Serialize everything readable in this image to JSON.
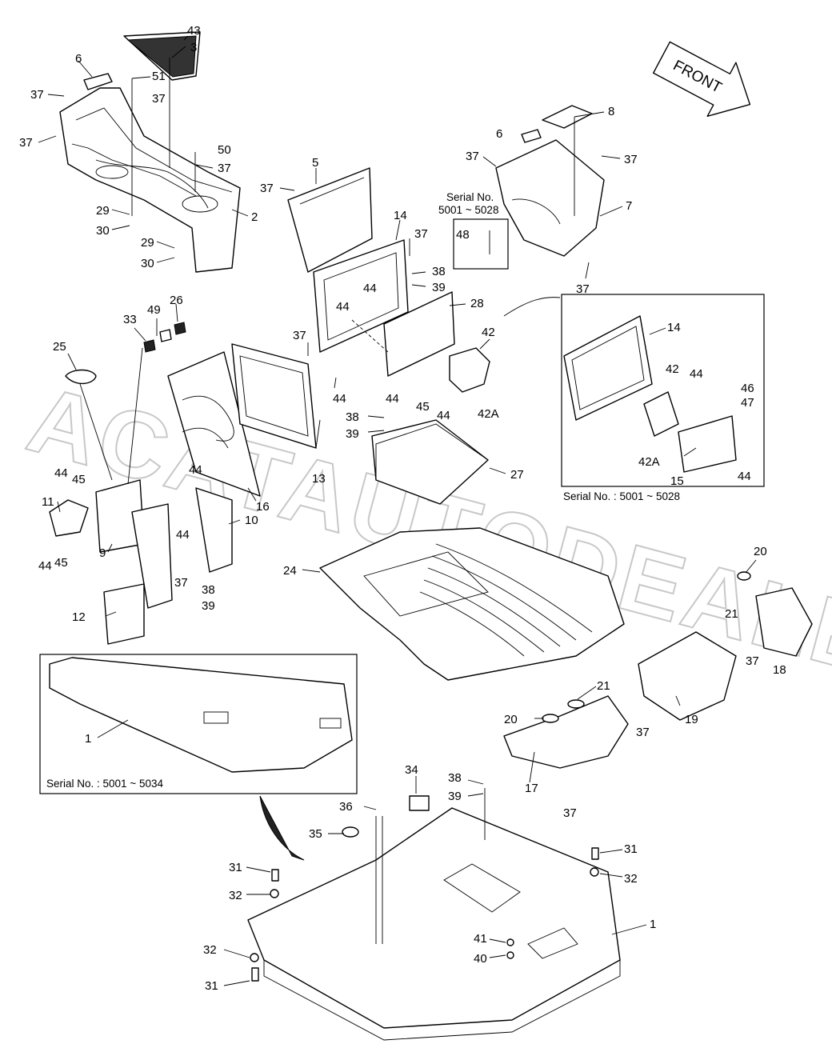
{
  "diagram": {
    "direction_label": "FRONT",
    "watermark": "ACATAUTODEALER.RU",
    "callouts": [
      {
        "id": "c43",
        "text": "43"
      },
      {
        "id": "c3",
        "text": "3"
      },
      {
        "id": "c6a",
        "text": "6"
      },
      {
        "id": "c51",
        "text": "51"
      },
      {
        "id": "c37a",
        "text": "37"
      },
      {
        "id": "c37b",
        "text": "37"
      },
      {
        "id": "c37c",
        "text": "37"
      },
      {
        "id": "c50",
        "text": "50"
      },
      {
        "id": "c37d",
        "text": "37"
      },
      {
        "id": "c29a",
        "text": "29"
      },
      {
        "id": "c30a",
        "text": "30"
      },
      {
        "id": "c2",
        "text": "2"
      },
      {
        "id": "c29b",
        "text": "29"
      },
      {
        "id": "c30b",
        "text": "30"
      },
      {
        "id": "c5",
        "text": "5"
      },
      {
        "id": "c37e",
        "text": "37"
      },
      {
        "id": "c14a",
        "text": "14"
      },
      {
        "id": "c37f",
        "text": "37"
      },
      {
        "id": "c38a",
        "text": "38"
      },
      {
        "id": "c39a",
        "text": "39"
      },
      {
        "id": "c44a",
        "text": "44"
      },
      {
        "id": "c44b",
        "text": "44"
      },
      {
        "id": "c28",
        "text": "28"
      },
      {
        "id": "c8",
        "text": "8"
      },
      {
        "id": "c6b",
        "text": "6"
      },
      {
        "id": "c37g",
        "text": "37"
      },
      {
        "id": "c37h",
        "text": "37"
      },
      {
        "id": "c7",
        "text": "7"
      },
      {
        "id": "c48",
        "text": "48"
      },
      {
        "id": "c37i",
        "text": "37"
      },
      {
        "id": "c33",
        "text": "33"
      },
      {
        "id": "c49",
        "text": "49"
      },
      {
        "id": "c26",
        "text": "26"
      },
      {
        "id": "c25",
        "text": "25"
      },
      {
        "id": "c37j",
        "text": "37"
      },
      {
        "id": "c42a",
        "text": "42"
      },
      {
        "id": "c44c",
        "text": "44"
      },
      {
        "id": "c44d",
        "text": "44"
      },
      {
        "id": "c45a",
        "text": "45"
      },
      {
        "id": "c44e",
        "text": "44"
      },
      {
        "id": "c42Aa",
        "text": "42A"
      },
      {
        "id": "c38b",
        "text": "38"
      },
      {
        "id": "c39b",
        "text": "39"
      },
      {
        "id": "c13",
        "text": "13"
      },
      {
        "id": "c27",
        "text": "27"
      },
      {
        "id": "c44f",
        "text": "44"
      },
      {
        "id": "c45b",
        "text": "45"
      },
      {
        "id": "c16",
        "text": "16"
      },
      {
        "id": "c11",
        "text": "11"
      },
      {
        "id": "c9",
        "text": "9"
      },
      {
        "id": "c44g",
        "text": "44"
      },
      {
        "id": "c45c",
        "text": "45"
      },
      {
        "id": "c44h",
        "text": "44"
      },
      {
        "id": "c10",
        "text": "10"
      },
      {
        "id": "c44i",
        "text": "44"
      },
      {
        "id": "c37k",
        "text": "37"
      },
      {
        "id": "c38c",
        "text": "38"
      },
      {
        "id": "c39c",
        "text": "39"
      },
      {
        "id": "c12",
        "text": "12"
      },
      {
        "id": "c24",
        "text": "24"
      },
      {
        "id": "c14b",
        "text": "14"
      },
      {
        "id": "c42b",
        "text": "42"
      },
      {
        "id": "c44j",
        "text": "44"
      },
      {
        "id": "c46",
        "text": "46"
      },
      {
        "id": "c47",
        "text": "47"
      },
      {
        "id": "c42Ab",
        "text": "42A"
      },
      {
        "id": "c15",
        "text": "15"
      },
      {
        "id": "c44k",
        "text": "44"
      },
      {
        "id": "c20a",
        "text": "20"
      },
      {
        "id": "c21a",
        "text": "21"
      },
      {
        "id": "c37l",
        "text": "37"
      },
      {
        "id": "c18",
        "text": "18"
      },
      {
        "id": "c19",
        "text": "19"
      },
      {
        "id": "c21b",
        "text": "21"
      },
      {
        "id": "c20b",
        "text": "20"
      },
      {
        "id": "c37m",
        "text": "37"
      },
      {
        "id": "c17",
        "text": "17"
      },
      {
        "id": "c37n",
        "text": "37"
      },
      {
        "id": "c1a",
        "text": "1"
      },
      {
        "id": "c34",
        "text": "34"
      },
      {
        "id": "c38d",
        "text": "38"
      },
      {
        "id": "c39d",
        "text": "39"
      },
      {
        "id": "c36",
        "text": "36"
      },
      {
        "id": "c35",
        "text": "35"
      },
      {
        "id": "c31a",
        "text": "31"
      },
      {
        "id": "c32a",
        "text": "32"
      },
      {
        "id": "c31b",
        "text": "31"
      },
      {
        "id": "c32b",
        "text": "32"
      },
      {
        "id": "c1b",
        "text": "1"
      },
      {
        "id": "c41",
        "text": "41"
      },
      {
        "id": "c40",
        "text": "40"
      },
      {
        "id": "c32c",
        "text": "32"
      },
      {
        "id": "c31c",
        "text": "31"
      }
    ],
    "captions": {
      "serial_top": "Serial No.",
      "serial_top_range": "5001 ~ 5028",
      "serial_right": "Serial No. : 5001 ~ 5028",
      "serial_left": "Serial No. : 5001 ~ 5034"
    }
  }
}
